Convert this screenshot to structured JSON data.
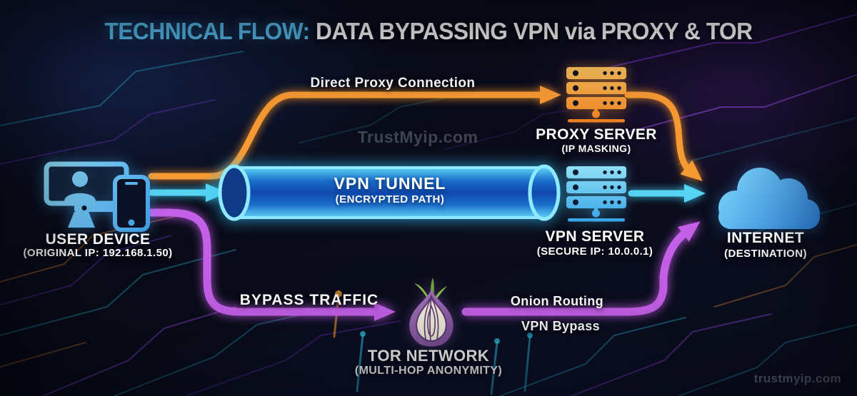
{
  "title": {
    "highlight": "TECHNICAL FLOW:",
    "rest": "DATA BYPASSING VPN via PROXY & TOR"
  },
  "watermarks": {
    "center": "TrustMyip.com",
    "corner": "trustmyip.com"
  },
  "nodes": {
    "user_device": {
      "label": "USER DEVICE",
      "sublabel": "(ORIGINAL IP: 192.168.1.50)",
      "icon": "desktop-and-phone-icon",
      "color": "#54b7ef"
    },
    "proxy_server": {
      "label": "PROXY SERVER",
      "sublabel": "(IP MASKING)",
      "icon": "server-rack-icon",
      "color": "#f2913a"
    },
    "vpn_tunnel": {
      "label": "VPN TUNNEL",
      "sublabel": "(ENCRYPTED PATH)",
      "icon": "glowing-tube",
      "color": "#38c6f4"
    },
    "vpn_server": {
      "label": "VPN SERVER",
      "sublabel": "(SECURE IP: 10.0.0.1)",
      "icon": "server-rack-icon",
      "color": "#55c4ef"
    },
    "internet": {
      "label": "INTERNET",
      "sublabel": "(DESTINATION)",
      "icon": "cloud-icon",
      "color": "#4aa5ec"
    },
    "tor_network": {
      "label": "TOR NETWORK",
      "sublabel": "(MULTI-HOP ANONYMITY)",
      "icon": "onion-icon",
      "color": "#9b59b6"
    }
  },
  "edges": {
    "direct_proxy": {
      "label": "Direct Proxy Connection",
      "from": "user_device",
      "to": "proxy_server",
      "color": "#f79a33"
    },
    "proxy_to_internet": {
      "from": "proxy_server",
      "to": "internet",
      "color": "#f79a33"
    },
    "vpn_path": {
      "from": "user_device",
      "to": "vpn_tunnel",
      "color": "#56d4f2"
    },
    "vpn_to_internet": {
      "from": "vpn_server",
      "to": "internet",
      "color": "#56d4f2"
    },
    "bypass": {
      "label": "BYPASS TRAFFIC",
      "from": "user_device",
      "to": "tor_network",
      "color": "#c45fe8"
    },
    "tor_to_internet": {
      "labels": [
        "Onion Routing",
        "VPN Bypass"
      ],
      "from": "tor_network",
      "to": "internet",
      "color": "#c45fe8"
    }
  }
}
